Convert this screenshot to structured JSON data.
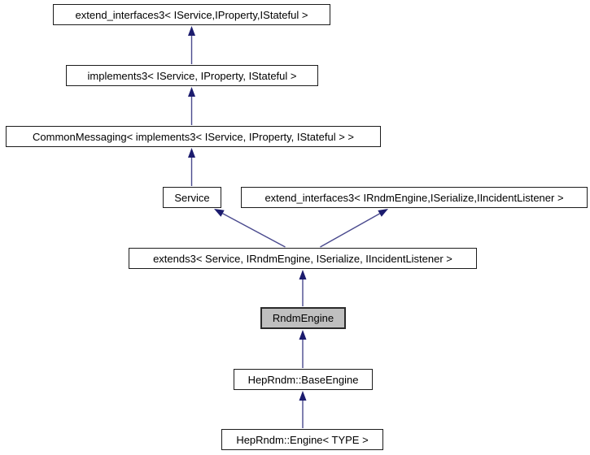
{
  "diagram": {
    "type": "class-inheritance-graph",
    "style": "doxygen",
    "highlighted_node": "RndmEngine",
    "colors": {
      "background": "#ffffff",
      "node_fill": "#ffffff",
      "node_border": "#1c1c1c",
      "highlight_fill": "#bfbfbf",
      "arrow_line": "#4a4a8e",
      "arrow_head": "#1c1c6e",
      "text": "#000000"
    },
    "nodes": [
      {
        "id": "extend_interfaces3_service",
        "label": "extend_interfaces3< IService,IProperty,IStateful >"
      },
      {
        "id": "implements3",
        "label": "implements3< IService, IProperty, IStateful >"
      },
      {
        "id": "common_messaging",
        "label": "CommonMessaging< implements3< IService, IProperty, IStateful > >"
      },
      {
        "id": "service",
        "label": "Service"
      },
      {
        "id": "extend_interfaces3_rndm",
        "label": "extend_interfaces3< IRndmEngine,ISerialize,IIncidentListener >"
      },
      {
        "id": "extends3",
        "label": "extends3< Service, IRndmEngine, ISerialize, IIncidentListener >"
      },
      {
        "id": "rndm_engine",
        "label": "RndmEngine"
      },
      {
        "id": "heprndm_base_engine",
        "label": "HepRndm::BaseEngine"
      },
      {
        "id": "heprndm_engine_type",
        "label": "HepRndm::Engine< TYPE >"
      }
    ],
    "edges": [
      {
        "from": "implements3",
        "to": "extend_interfaces3_service",
        "relation": "inherits"
      },
      {
        "from": "common_messaging",
        "to": "implements3",
        "relation": "inherits"
      },
      {
        "from": "service",
        "to": "common_messaging",
        "relation": "inherits"
      },
      {
        "from": "extends3",
        "to": "service",
        "relation": "inherits"
      },
      {
        "from": "extends3",
        "to": "extend_interfaces3_rndm",
        "relation": "inherits"
      },
      {
        "from": "rndm_engine",
        "to": "extends3",
        "relation": "inherits"
      },
      {
        "from": "heprndm_base_engine",
        "to": "rndm_engine",
        "relation": "inherits"
      },
      {
        "from": "heprndm_engine_type",
        "to": "heprndm_base_engine",
        "relation": "inherits"
      }
    ]
  }
}
